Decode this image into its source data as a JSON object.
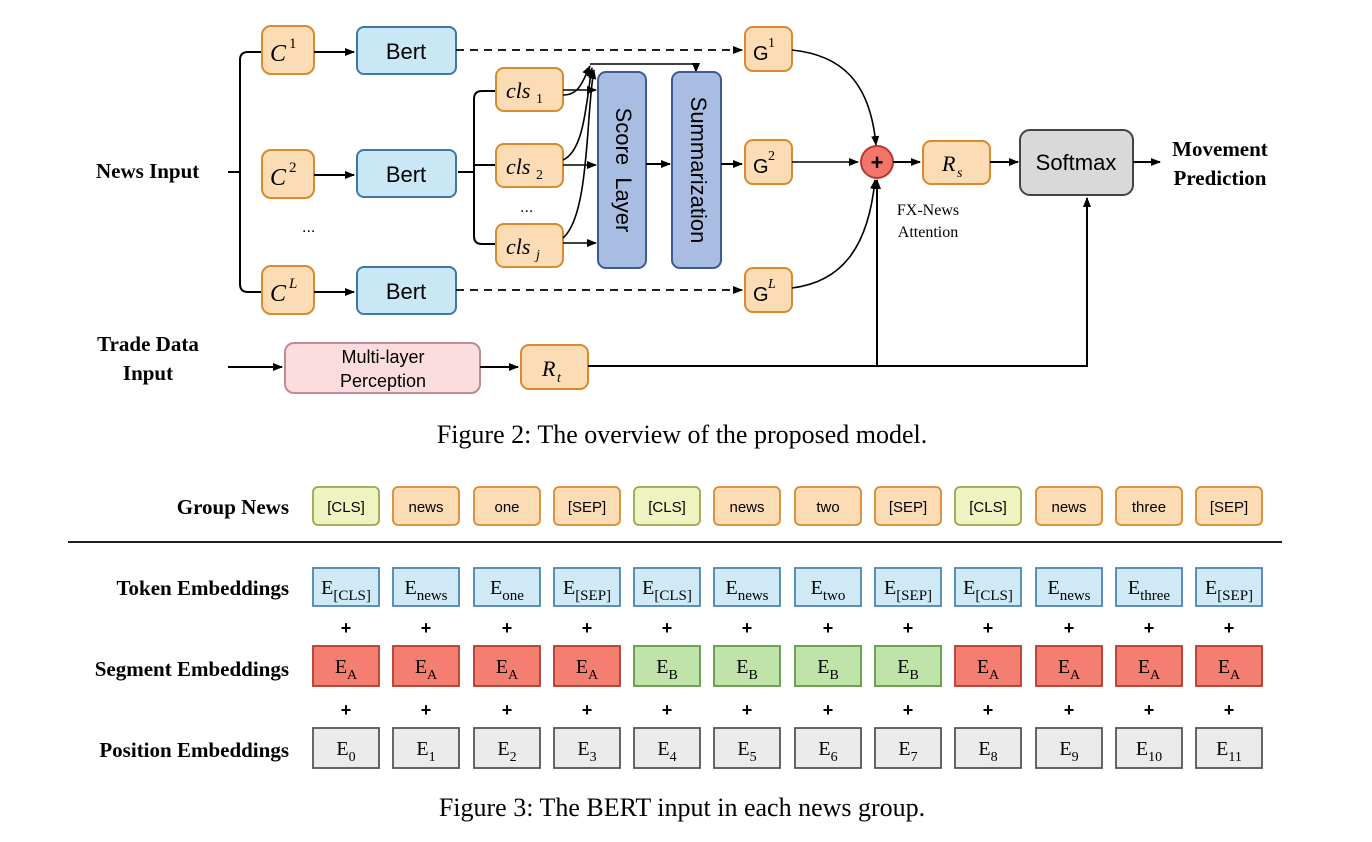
{
  "figure2": {
    "news_input_label": "News Input",
    "trade_input_label": [
      "Trade Data",
      "Input"
    ],
    "chunks": [
      {
        "base": "C",
        "sup": "1"
      },
      {
        "base": "C",
        "sup": "2"
      },
      {
        "base": "C",
        "sup": "L"
      }
    ],
    "chunk_ellipsis": "...",
    "bert_label": "Bert",
    "cls_tokens": [
      {
        "base": "cls",
        "sub": "1"
      },
      {
        "base": "cls",
        "sub": "2"
      },
      {
        "base": "cls",
        "sub": "j"
      }
    ],
    "cls_ellipsis": "...",
    "score_layer_label": "Score  Layer",
    "summarization_label": "Summarization",
    "groups": [
      {
        "base": "G",
        "sup": "1"
      },
      {
        "base": "G",
        "sup": "2"
      },
      {
        "base": "G",
        "sup": "L"
      }
    ],
    "plus_symbol": "+",
    "attention_label": [
      "FX-News",
      "Attention"
    ],
    "rs": {
      "base": "R",
      "sub": "s"
    },
    "rt": {
      "base": "R",
      "sub": "t"
    },
    "mlp_label": [
      "Multi-layer",
      "Perception"
    ],
    "softmax_label": "Softmax",
    "output_label": [
      "Movement",
      "Prediction"
    ],
    "caption": "Figure 2: The overview of the proposed model."
  },
  "figure3": {
    "row_labels": {
      "group": "Group News",
      "token": "Token Embeddings",
      "segment": "Segment Embeddings",
      "position": "Position Embeddings"
    },
    "tokens": [
      "[CLS]",
      "news",
      "one",
      "[SEP]",
      "[CLS]",
      "news",
      "two",
      "[SEP]",
      "[CLS]",
      "news",
      "three",
      "[SEP]"
    ],
    "token_embeddings": [
      "[CLS]",
      "news",
      "one",
      "[SEP]",
      "[CLS]",
      "news",
      "two",
      "[SEP]",
      "[CLS]",
      "news",
      "three",
      "[SEP]"
    ],
    "segment_embeddings": [
      "A",
      "A",
      "A",
      "A",
      "B",
      "B",
      "B",
      "B",
      "A",
      "A",
      "A",
      "A"
    ],
    "position_embeddings": [
      "0",
      "1",
      "2",
      "3",
      "4",
      "5",
      "6",
      "7",
      "8",
      "9",
      "10",
      "11"
    ],
    "embedding_letter": "E",
    "plus_symbol": "+",
    "caption": "Figure 3: The BERT input in each news group."
  },
  "colors": {
    "orange_fill": "#fbdcb5",
    "orange_stroke": "#d98a2f",
    "blue_fill": "#c9e7f4",
    "blue_stroke": "#3d78a8",
    "bar_fill": "#a9bde3",
    "pink_fill": "#fbdde0",
    "gray_fill": "#d9d9d9",
    "red_fill": "#f47f71",
    "yellow_fill": "#eef3c0",
    "green_fill": "#bfe3a9",
    "light_gray_fill": "#ebebeb",
    "light_blue_fill": "#cfe9f7",
    "plus_fill": "#f4756a"
  }
}
